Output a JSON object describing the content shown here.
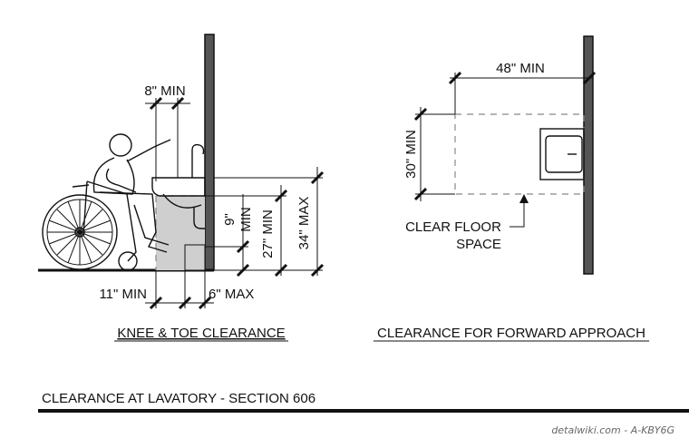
{
  "left_panel": {
    "dim_top": "8\" MIN",
    "dim_vertical_small": [
      "9\"",
      "MIN"
    ],
    "dim_vertical_mid": "27\" MIN",
    "dim_vertical_max": "34\" MAX",
    "dim_bottom_left": "11\" MIN",
    "dim_bottom_right": "6\" MAX",
    "caption": "KNEE & TOE CLEARANCE"
  },
  "right_panel": {
    "dim_width": "48\" MIN",
    "dim_depth": "30\" MIN",
    "callout_line1": "CLEAR FLOOR",
    "callout_line2": "SPACE",
    "caption": "CLEARANCE FOR FORWARD APPROACH"
  },
  "footer": {
    "title": "CLEARANCE AT LAVATORY - SECTION 606",
    "watermark": "detalwiki.com - A-KBY6G"
  }
}
